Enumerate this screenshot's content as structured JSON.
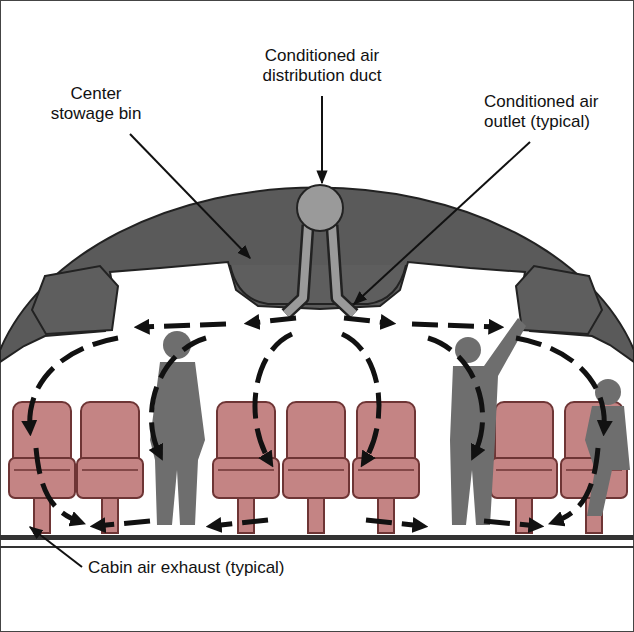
{
  "diagram": {
    "labels": [
      "Conditioned air distribution duct",
      "Center stowage bin",
      "Conditioned air outlet (typical)",
      "Cabin air exhaust (typical)"
    ]
  }
}
